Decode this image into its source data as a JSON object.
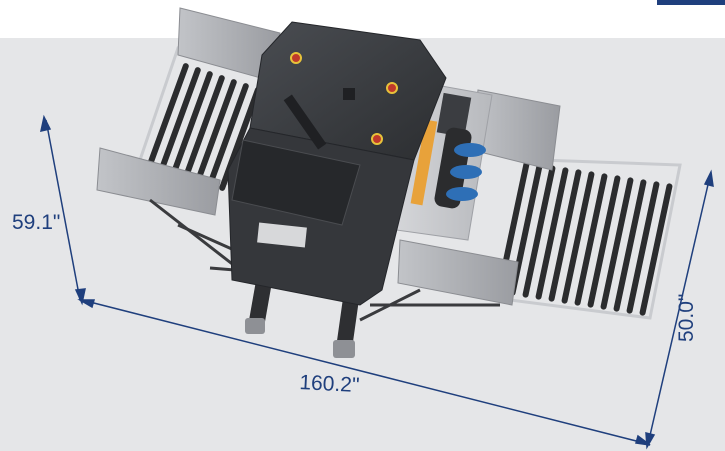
{
  "dimensions": {
    "height": "59.1\"",
    "width": "160.2\"",
    "depth": "50.0\""
  },
  "colors": {
    "accent": "#1f3f7d",
    "background": "#e5e6e8",
    "machine_body": "#3b3d41",
    "roller": "#2b2c2e",
    "frame": "#c9cbcf",
    "tray": "#a9abb0",
    "sensor_blue": "#2e6fb6",
    "indicator_orange": "#e8a23a",
    "stop_red": "#c0392b"
  },
  "product_image": "folding-machine-with-roller-conveyors"
}
